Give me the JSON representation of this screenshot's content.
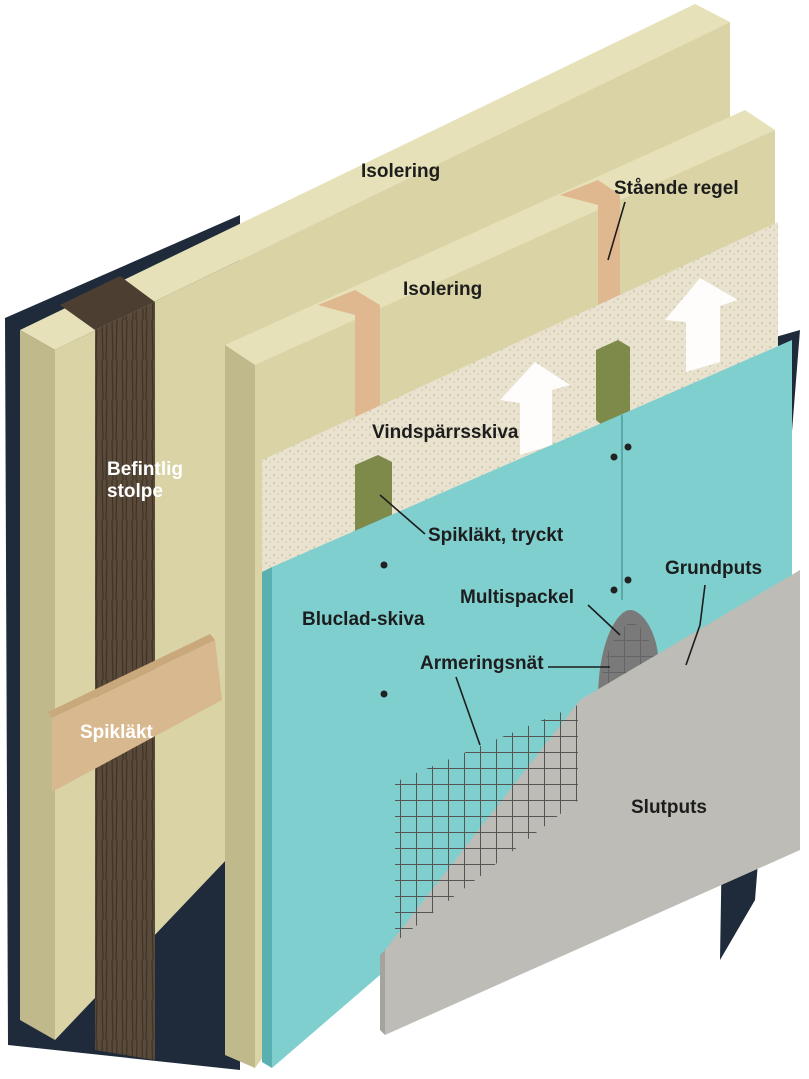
{
  "labels": {
    "isolering_top": "Isolering",
    "staende_regel": "Stående regel",
    "isolering_mid": "Isolering",
    "vindsparrsskiva": "Vindspärrsskiva",
    "befintlig_stolpe_1": "Befintlig",
    "befintlig_stolpe_2": "stolpe",
    "spiklakt_tryckt": "Spikläkt, tryckt",
    "grundputs": "Grundputs",
    "multispackel": "Multispackel",
    "bluclad_skiva": "Bluclad-skiva",
    "armeringsnat": "Armeringsnät",
    "spiklakt": "Spikläkt",
    "slutputs": "Slutputs"
  },
  "colors": {
    "shadow": "#1f2b3a",
    "insulation": "#d9d3a6",
    "insulation_side": "#bfb98c",
    "insulation_top": "#e6e1b8",
    "timber_dark": "#5a4a3a",
    "stud": "#e0b890",
    "windboard": "#e8e2cf",
    "batten_green": "#7d8a4a",
    "bluclad": "#7fcfcf",
    "bluclad_side": "#5ab0b0",
    "plaster": "#bdbcb6",
    "plaster_side": "#a4a39d",
    "batten_wood": "#d8b88e",
    "arrow": "#ffffff"
  }
}
